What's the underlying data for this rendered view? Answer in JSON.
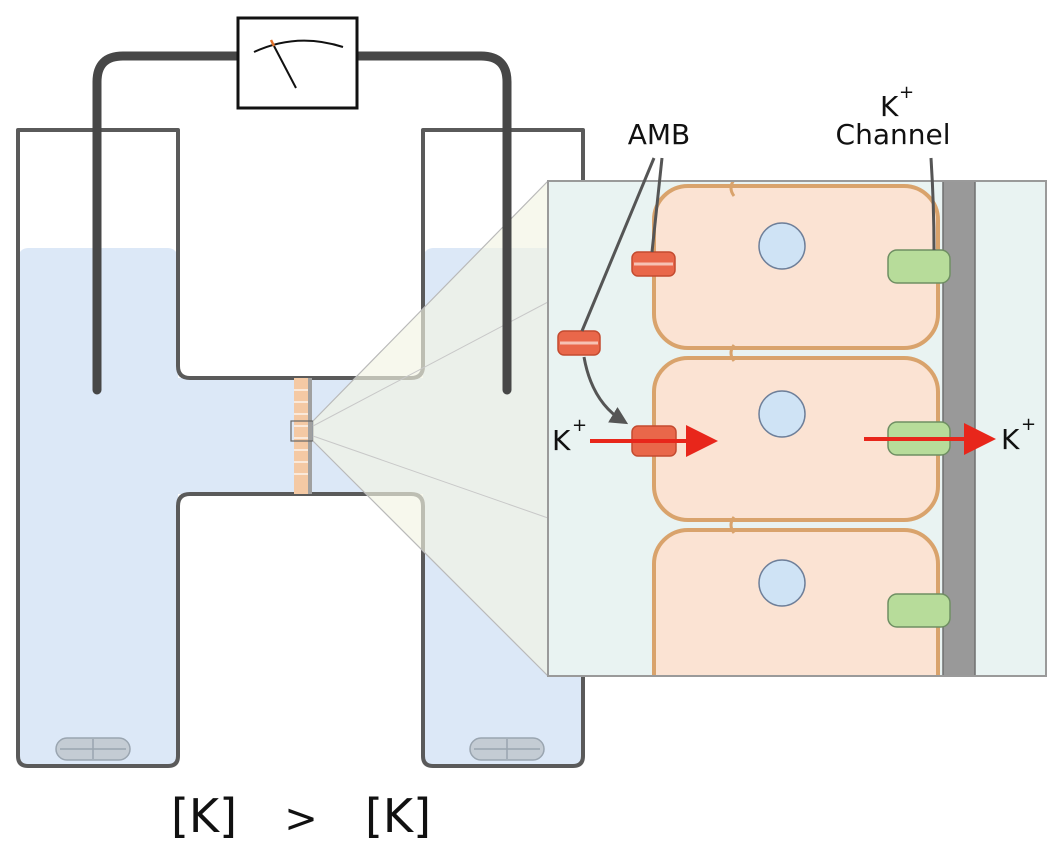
{
  "labels": {
    "amb": "AMB",
    "k_channel_ion": "K",
    "k_channel_sup": "+",
    "k_channel_word": "Channel",
    "k_left_ion": "K",
    "k_left_sup": "+",
    "k_right_ion": "K",
    "k_right_sup": "+"
  },
  "equation": {
    "left_bracket": "[K]",
    "operator": ">",
    "right_bracket": "[K]"
  },
  "colors": {
    "chamber_outline": "#5a5a5a",
    "electrode": "#474747",
    "solution": "#dce8f7",
    "magnifier_fill": "#f3f5e4",
    "inset_bg": "#e9f3f2",
    "cell_fill": "#fbe3d3",
    "cell_border": "#d9a36c",
    "nucleus": "#cfe3f5",
    "amb_channel": "#e9674a",
    "k_channel": "#b7dc9a",
    "support_membrane": "#999999",
    "flux_arrow": "#e8261b",
    "stir_bar": "#c4ccd4"
  }
}
